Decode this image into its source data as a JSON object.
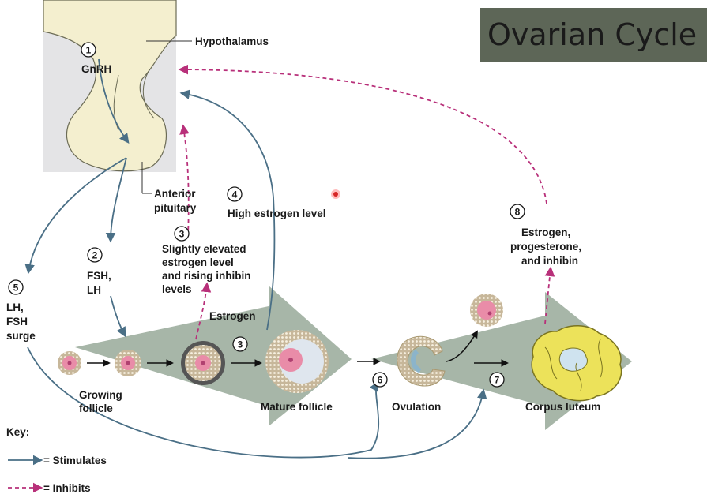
{
  "title": "Ovarian Cycle",
  "labels": {
    "hypothalamus": "Hypothalamus",
    "gnrh": "GnRH",
    "anterior_pituitary_1": "Anterior",
    "anterior_pituitary_2": "pituitary",
    "fsh_lh_1": "FSH,",
    "fsh_lh_2": "LH",
    "lh_surge_1": "LH,",
    "lh_surge_2": "FSH",
    "lh_surge_3": "surge",
    "slightly_1": "Slightly elevated",
    "slightly_2": "estrogen level",
    "slightly_3": "and rising inhibin",
    "slightly_4": "levels",
    "high_estrogen": "High estrogen level",
    "estrogen": "Estrogen",
    "eprog_1": "Estrogen,",
    "eprog_2": "progesterone,",
    "eprog_3": "and inhibin",
    "growing_1": "Growing",
    "growing_2": "follicle",
    "mature": "Mature follicle",
    "ovulation": "Ovulation",
    "corpus": "Corpus luteum"
  },
  "steps": [
    "1",
    "2",
    "3",
    "3",
    "4",
    "5",
    "6",
    "7",
    "8"
  ],
  "key": {
    "title": "Key:",
    "stimulates": "= Stimulates",
    "inhibits": "= Inhibits"
  },
  "colors": {
    "stimulate": "#4a6f86",
    "inhibit": "#b8307a",
    "arrow_fill": "#a7b6a8",
    "pituitary_fill": "#f4efcf",
    "pituitary_bg": "#e4e4e6",
    "title_bg": "#5d6657",
    "corpus_fill": "#ece25a"
  }
}
